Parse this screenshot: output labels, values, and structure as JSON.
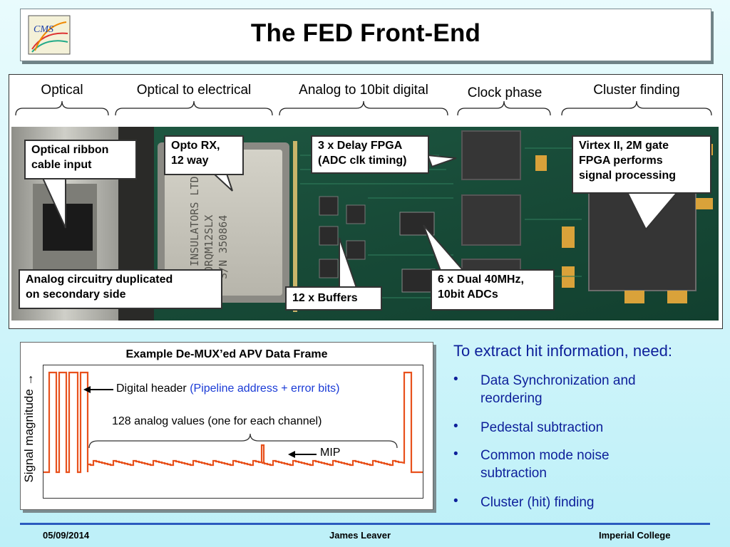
{
  "slide_title": "The FED Front-End",
  "logo_text": "CMS",
  "stages": [
    "Optical",
    "Optical to electrical",
    "Analog to 10bit digital",
    "Clock phase",
    "Cluster finding"
  ],
  "callouts": {
    "optical_ribbon": [
      "Optical ribbon",
      "cable input"
    ],
    "opto_rx": [
      "Opto RX,",
      "12 way"
    ],
    "delay_fpga": [
      "3 x Delay FPGA",
      "(ADC clk timing)"
    ],
    "virtex": [
      "Virtex II, 2M gate",
      "FPGA performs",
      "signal processing"
    ],
    "analog_dup": [
      "Analog circuitry duplicated",
      "on secondary side"
    ],
    "buffers": "12 x Buffers",
    "adcs": [
      "6 x Dual 40MHz,",
      "10bit ADCs"
    ]
  },
  "board_chip_text": {
    "opto_label": [
      "K INSULATORS LTD",
      "PORQM12SLX",
      "S/N 350864"
    ]
  },
  "apv_frame": {
    "title": "Example De-MUX’ed APV Data Frame",
    "ylabel": "Signal magnitude →",
    "digital_header_label": "Digital header",
    "digital_header_detail": "(Pipeline address + error bits)",
    "analog_values_label": "128 analog values (one for each channel)",
    "mip_label": "MIP"
  },
  "bullets": {
    "heading": "To extract hit information, need:",
    "items": [
      [
        "Data Synchronization and",
        "reordering"
      ],
      [
        "Pedestal subtraction"
      ],
      [
        "Common mode noise",
        "subtraction"
      ],
      [
        "Cluster (hit) finding"
      ]
    ]
  },
  "footer": {
    "date": "05/09/2014",
    "author": "James Leaver",
    "institution": "Imperial College"
  },
  "colors": {
    "bullet_text": "#0d1f9a",
    "signal_trace": "#e8511c",
    "footer_line": "#2b5bbf",
    "detail_text": "#1a3bd6"
  }
}
